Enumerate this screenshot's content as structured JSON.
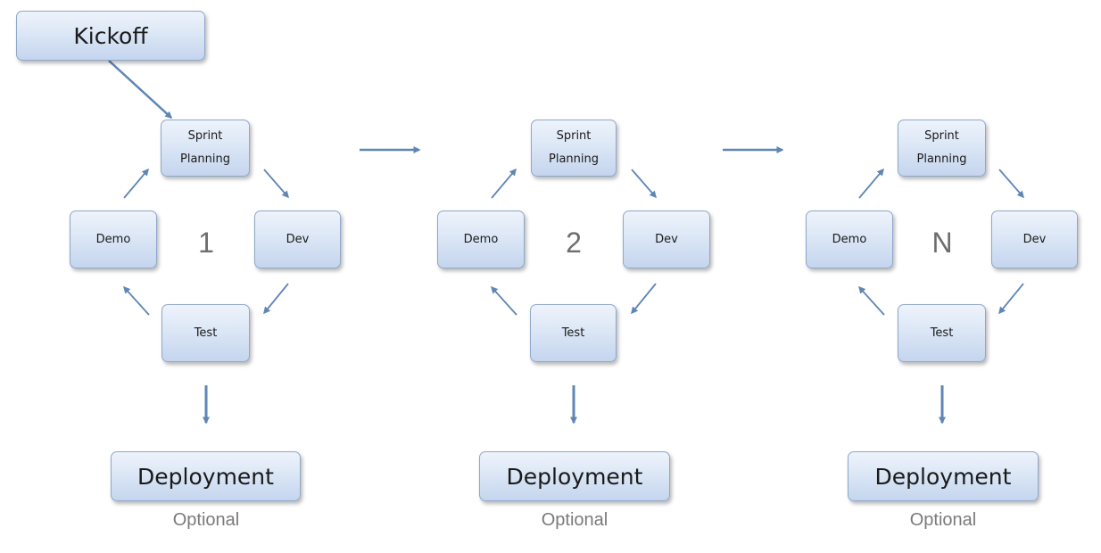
{
  "kickoff": "Kickoff",
  "sprints": [
    {
      "number": "1",
      "planning": "Sprint\nPlanning",
      "dev": "Dev",
      "test": "Test",
      "demo": "Demo",
      "deployment": "Deployment",
      "deployment_note": "Optional"
    },
    {
      "number": "2",
      "planning": "Sprint\nPlanning",
      "dev": "Dev",
      "test": "Test",
      "demo": "Demo",
      "deployment": "Deployment",
      "deployment_note": "Optional"
    },
    {
      "number": "N",
      "planning": "Sprint\nPlanning",
      "dev": "Dev",
      "test": "Test",
      "demo": "Demo",
      "deployment": "Deployment",
      "deployment_note": "Optional"
    }
  ],
  "colors": {
    "arrow": "#5f86b4",
    "box_border": "#8fa8c8",
    "box_fill_top": "#eef3fb",
    "box_fill_bottom": "#c4d5ee"
  }
}
